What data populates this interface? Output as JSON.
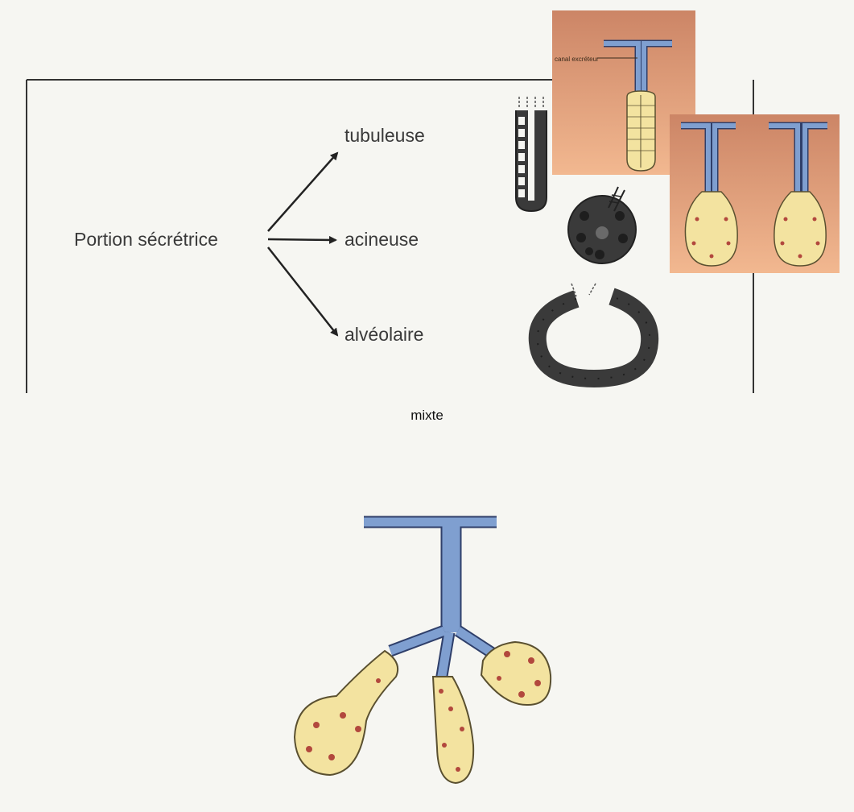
{
  "diagram": {
    "source_label": "Portion sécrétrice",
    "branches": [
      {
        "label": "tubuleuse"
      },
      {
        "label": "acineuse"
      },
      {
        "label": "alvéolaire"
      }
    ],
    "inset_label": "canal excréteur",
    "bottom_caption": "mixte"
  },
  "colors": {
    "duct": "#7f9fd0",
    "duct_outline": "#2f3f6a",
    "gland": "#f3e3a0",
    "gland_outline": "#5a5030",
    "nucleus": "#b2483d",
    "inset_bg_top": "#cc8566",
    "inset_bg_bottom": "#f2b890",
    "dark_cells": "#3a3a3a"
  }
}
